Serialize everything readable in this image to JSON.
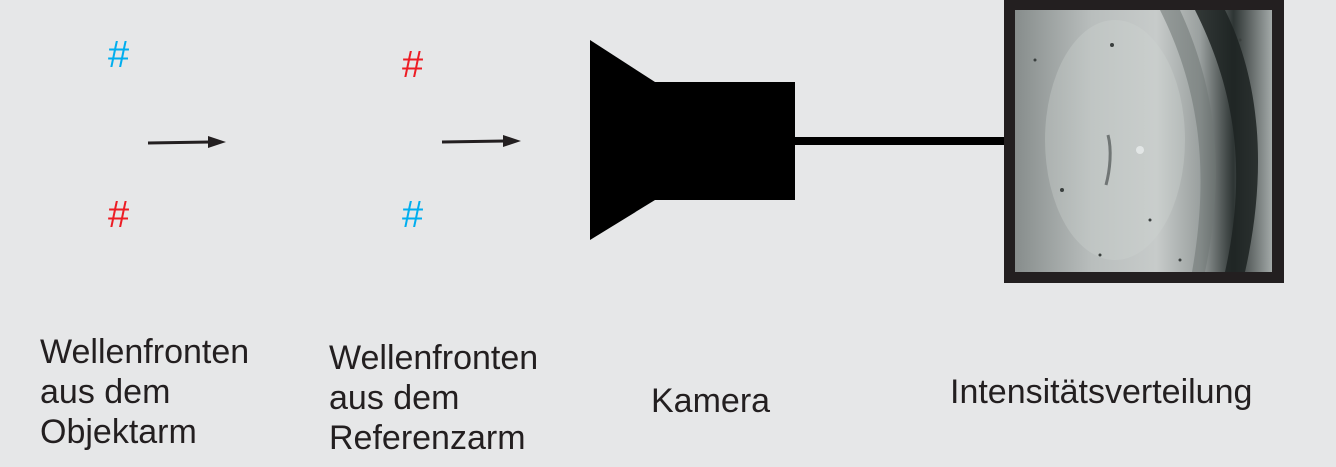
{
  "colors": {
    "background": "#e6e7e8",
    "ink": "#231f20",
    "blue": "#00aeef",
    "red": "#ed1c24"
  },
  "object_wavefronts": {
    "top_symbol": "#",
    "top_color": "blue",
    "bottom_symbol": "#",
    "bottom_color": "red"
  },
  "reference_wavefronts": {
    "top_symbol": "#",
    "top_color": "red",
    "bottom_symbol": "#",
    "bottom_color": "blue"
  },
  "icons": {
    "arrow_1": "arrow-right-icon",
    "arrow_2": "arrow-right-icon",
    "camera": "camera-icon",
    "intensity": "interference-image"
  },
  "labels": {
    "object_arm": [
      "Wellenfronten",
      "aus dem",
      "Objektarm"
    ],
    "reference_arm": [
      "Wellenfronten",
      "aus dem",
      "Referenzarm"
    ],
    "camera": [
      "Kamera"
    ],
    "intensity": [
      "Intensitätsverteilung"
    ]
  }
}
